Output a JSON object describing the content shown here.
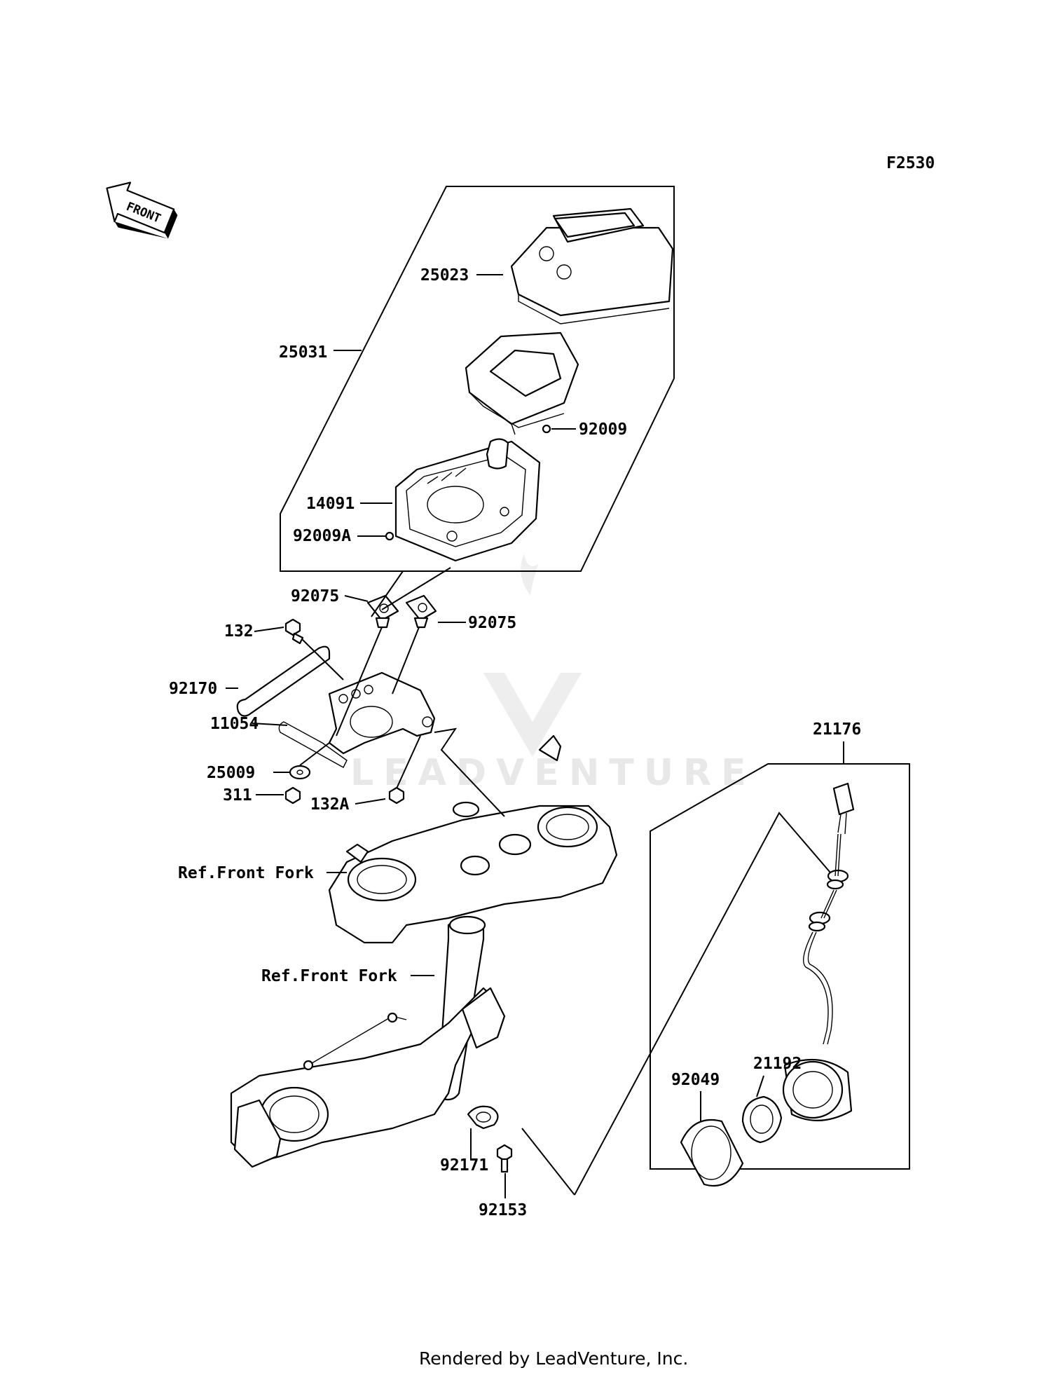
{
  "diagram_id": "F2530",
  "front_label": "FRONT",
  "watermark": "LEADVENTURE",
  "footer": "Rendered by LeadVenture, Inc.",
  "labels": {
    "p25023": "25023",
    "p25031": "25031",
    "p92009": "92009",
    "p14091": "14091",
    "p92009A": "92009A",
    "p92075a": "92075",
    "p92075b": "92075",
    "p132": "132",
    "p92170": "92170",
    "p11054": "11054",
    "p25009": "25009",
    "p311": "311",
    "p132A": "132A",
    "ref1": "Ref.Front Fork",
    "ref2": "Ref.Front Fork",
    "p21176": "21176",
    "p21192": "21192",
    "p92049": "92049",
    "p92171": "92171",
    "p92153": "92153"
  },
  "colors": {
    "line": "#000000",
    "background": "#ffffff",
    "watermark": "#e6e6e6"
  }
}
